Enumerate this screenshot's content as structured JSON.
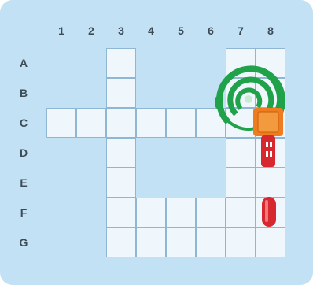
{
  "board": {
    "columns": [
      "1",
      "2",
      "3",
      "4",
      "5",
      "6",
      "7",
      "8"
    ],
    "rows": [
      "A",
      "B",
      "C",
      "D",
      "E",
      "F",
      "G"
    ],
    "cells": [
      [
        "A",
        "3"
      ],
      [
        "A",
        "7"
      ],
      [
        "A",
        "8"
      ],
      [
        "B",
        "3"
      ],
      [
        "B",
        "7"
      ],
      [
        "B",
        "8"
      ],
      [
        "C",
        "1"
      ],
      [
        "C",
        "2"
      ],
      [
        "C",
        "3"
      ],
      [
        "C",
        "4"
      ],
      [
        "C",
        "5"
      ],
      [
        "C",
        "6"
      ],
      [
        "C",
        "7"
      ],
      [
        "C",
        "8"
      ],
      [
        "D",
        "3"
      ],
      [
        "D",
        "7"
      ],
      [
        "D",
        "8"
      ],
      [
        "E",
        "3"
      ],
      [
        "E",
        "7"
      ],
      [
        "E",
        "8"
      ],
      [
        "F",
        "3"
      ],
      [
        "F",
        "4"
      ],
      [
        "F",
        "5"
      ],
      [
        "F",
        "6"
      ],
      [
        "F",
        "7"
      ],
      [
        "F",
        "8"
      ],
      [
        "G",
        "3"
      ],
      [
        "G",
        "4"
      ],
      [
        "G",
        "5"
      ],
      [
        "G",
        "6"
      ],
      [
        "G",
        "7"
      ],
      [
        "G",
        "8"
      ]
    ]
  },
  "pieces": [
    {
      "name": "green-spiral-ramp-piece",
      "cell": "B7",
      "color": "#1fa24a"
    },
    {
      "name": "orange-box-piece",
      "cell": "C8",
      "color": "#ef7d1f"
    },
    {
      "name": "red-ladder-piece",
      "cell": "D8",
      "color": "#d8282f"
    },
    {
      "name": "red-capsule-piece",
      "cell": "F8",
      "color": "#d8282f"
    }
  ]
}
